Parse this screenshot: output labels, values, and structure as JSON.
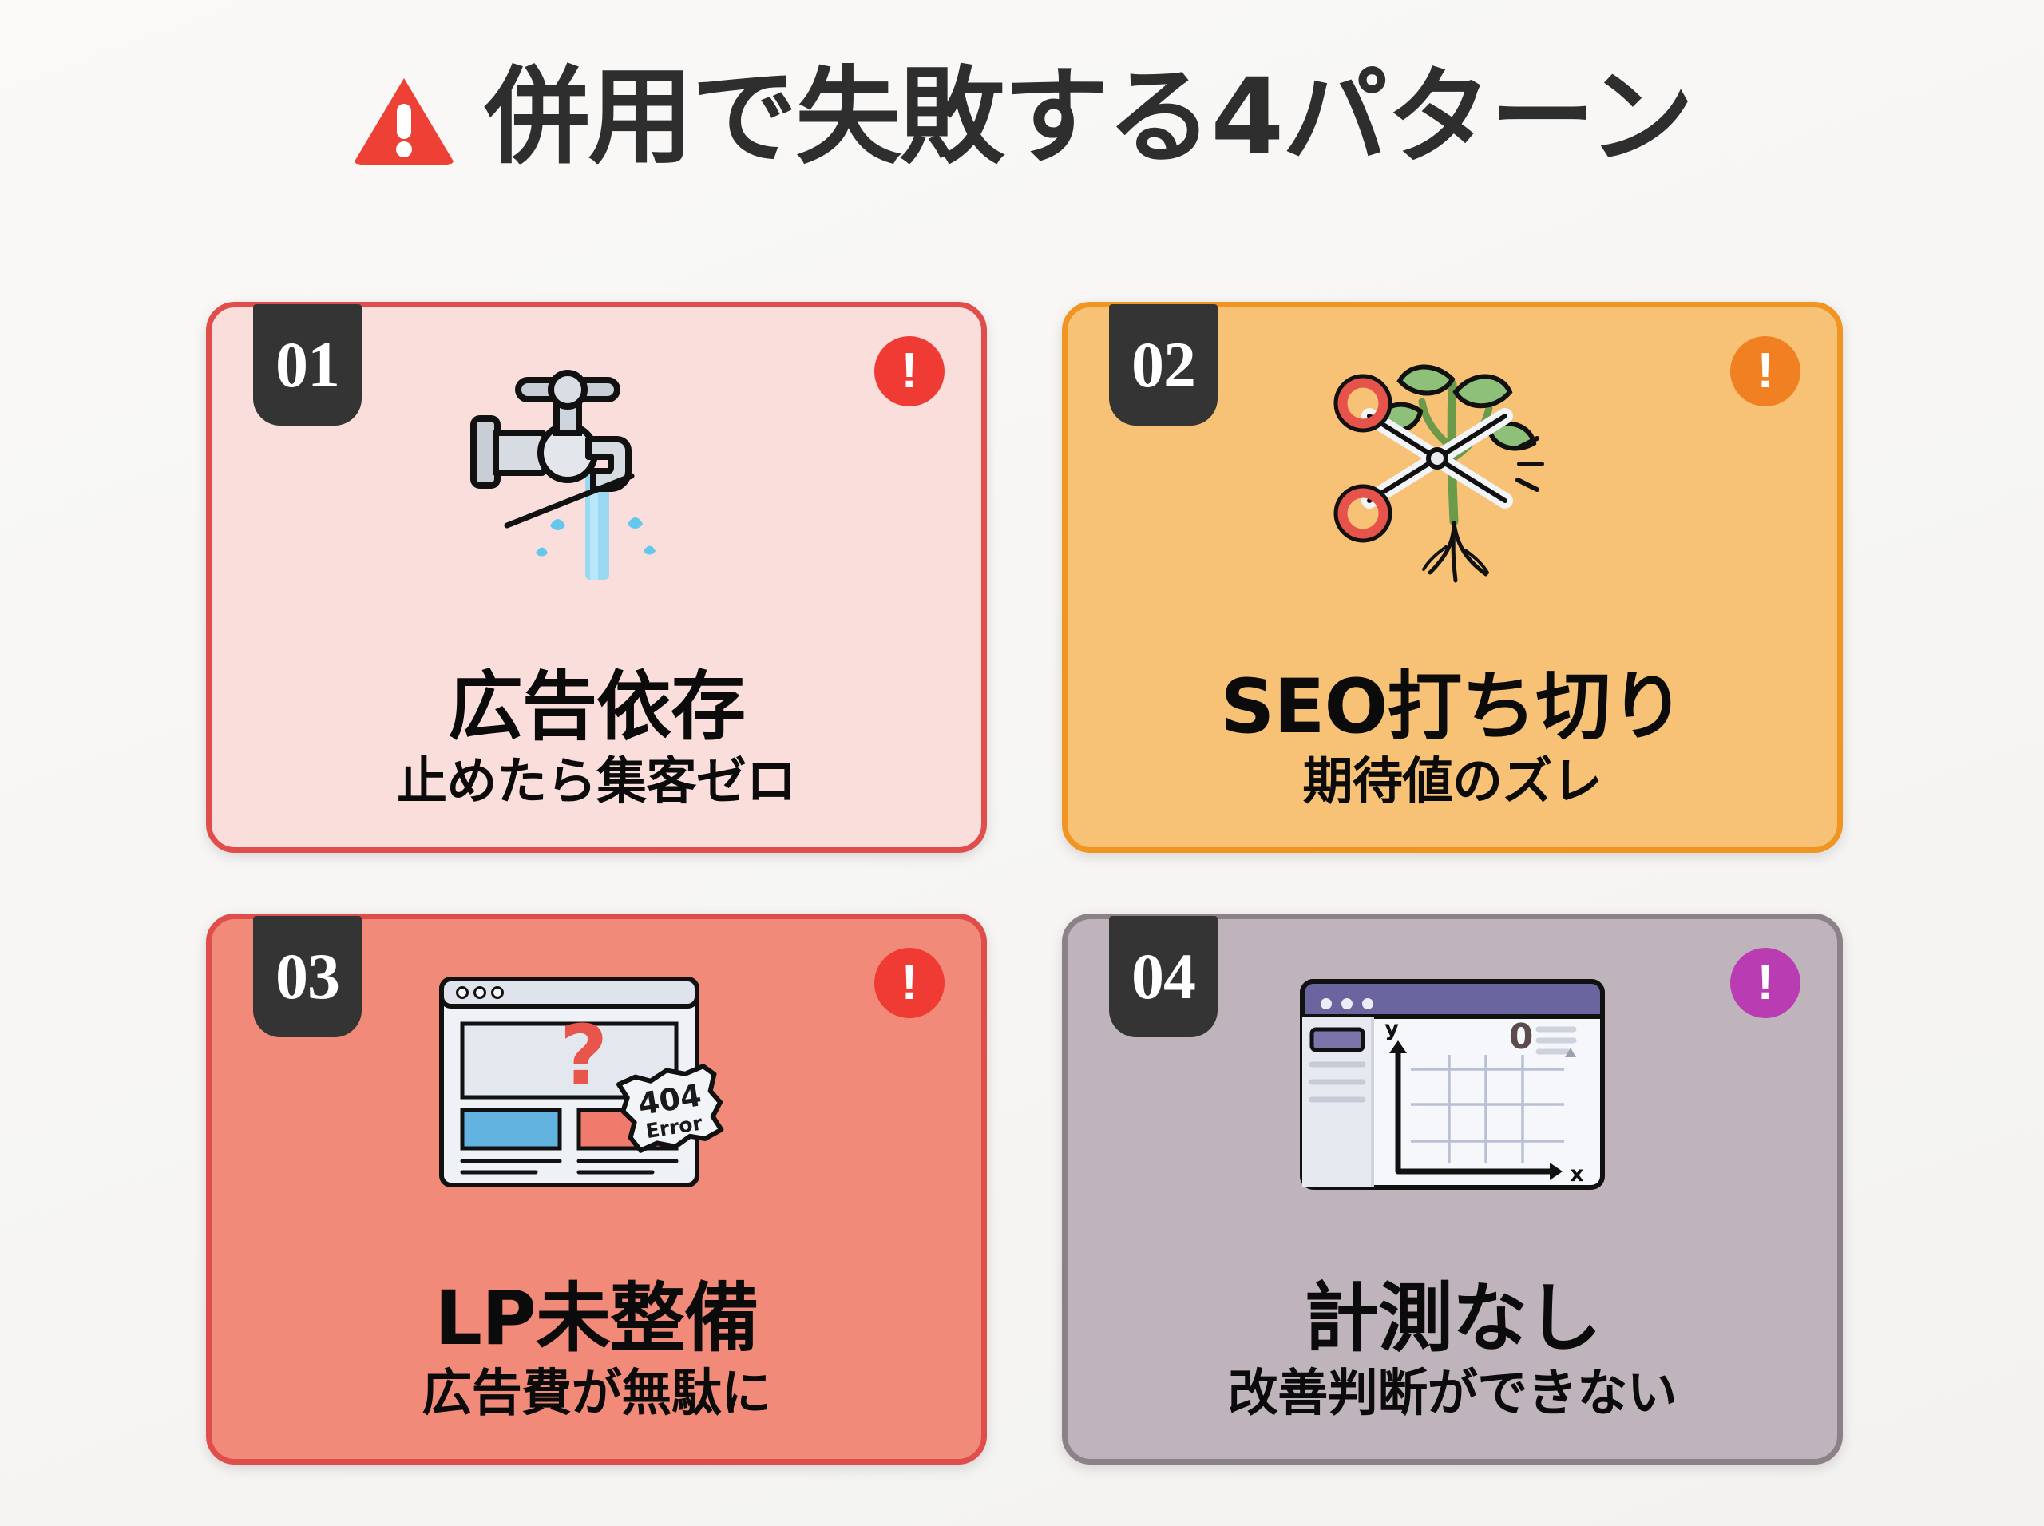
{
  "page": {
    "background_color": "#f8f7f5",
    "title": "併用で失敗する4パターン",
    "title_color": "#2e2e2e",
    "title_icon": "warning-triangle-icon",
    "title_icon_color": "#ee4136"
  },
  "cards": [
    {
      "number": "01",
      "title": "広告依存",
      "subtitle": "止めたら集客ゼロ",
      "bg_color": "#fadedb",
      "border_color": "#e04e4b",
      "badge_color": "#343434",
      "badge_text_color": "#ffffff",
      "alert_color": "#ef3b33",
      "alert_glyph": "!",
      "illustration": "faucet-dripping-icon",
      "illustration_labels": []
    },
    {
      "number": "02",
      "title": "SEO打ち切り",
      "subtitle": "期待値のズレ",
      "bg_color": "#f7c276",
      "border_color": "#f09521",
      "badge_color": "#343434",
      "badge_text_color": "#ffffff",
      "alert_color": "#f08021",
      "alert_glyph": "!",
      "illustration": "scissors-cutting-plant-icon",
      "illustration_labels": []
    },
    {
      "number": "03",
      "title": "LP未整備",
      "subtitle": "広告費が無駄に",
      "bg_color": "#f18a79",
      "border_color": "#e04e4b",
      "badge_color": "#343434",
      "badge_text_color": "#ffffff",
      "alert_color": "#ef3b33",
      "alert_glyph": "!",
      "illustration": "browser-404-error-icon",
      "illustration_labels": [
        "?",
        "404",
        "Error"
      ]
    },
    {
      "number": "04",
      "title": "計測なし",
      "subtitle": "改善判断ができない",
      "bg_color": "#bfb4bc",
      "border_color": "#8d8189",
      "badge_color": "#343434",
      "badge_text_color": "#ffffff",
      "alert_color": "#b93cb3",
      "alert_glyph": "!",
      "illustration": "analytics-dashboard-empty-chart-icon",
      "illustration_labels": [
        "y",
        "x",
        "0"
      ]
    }
  ]
}
